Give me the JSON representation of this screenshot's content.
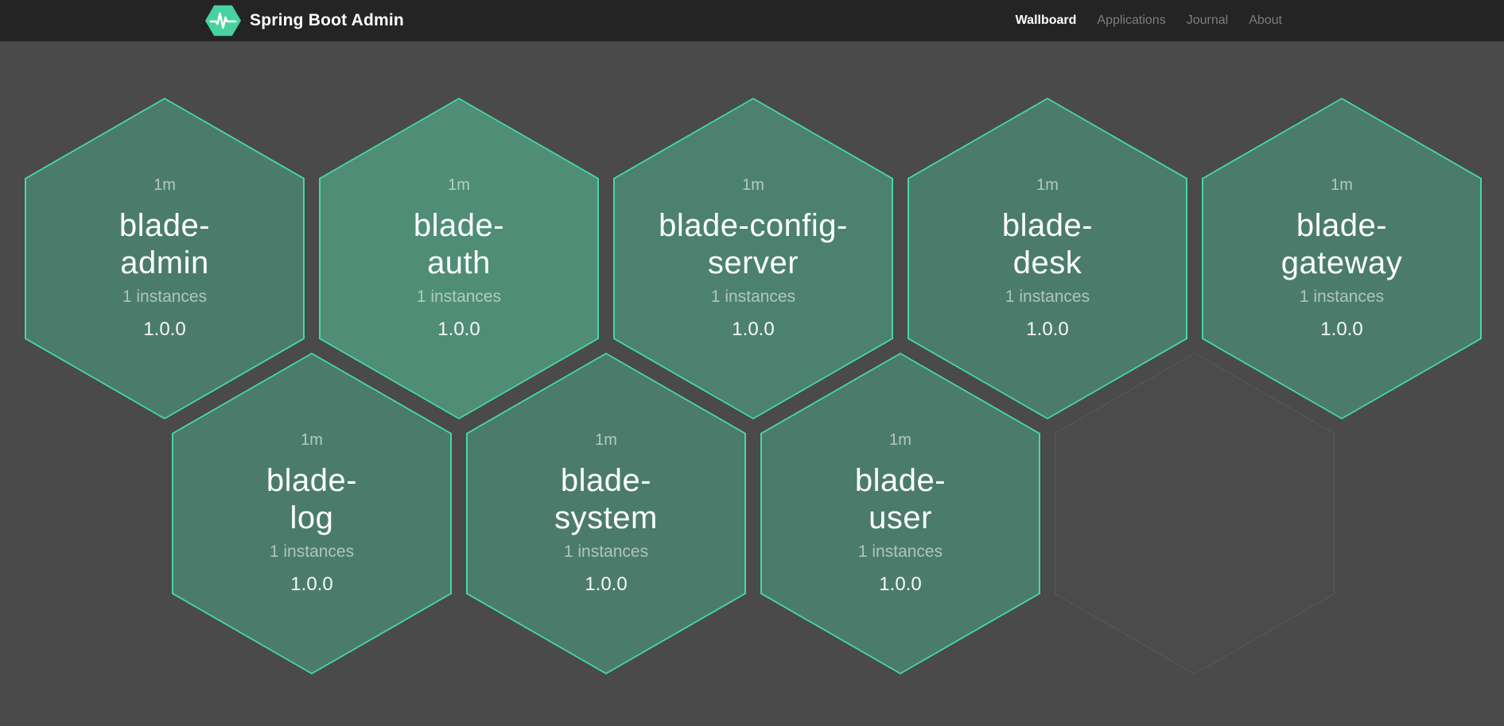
{
  "header": {
    "title": "Spring Boot Admin",
    "logo_icon": "pulse-hexagon",
    "nav": [
      {
        "label": "Wallboard",
        "active": true
      },
      {
        "label": "Applications",
        "active": false
      },
      {
        "label": "Journal",
        "active": false
      },
      {
        "label": "About",
        "active": false
      }
    ]
  },
  "colors": {
    "background": "#4a4a4a",
    "header_background": "#242424",
    "brand_green": "#49d2a1",
    "hexagon_border": "#45d8a3",
    "hexagon_fill_default": "#4b7c6b",
    "empty_hexagon_border": "#5a5a5a",
    "empty_hexagon_fill": "#4b4b4b",
    "nav_active_color": "#ffffff",
    "nav_inactive_color": "#7d7d7d"
  },
  "wallboard": {
    "apps": [
      {
        "name": "blade-admin",
        "display_name": "blade-\nadmin",
        "uptime": "1m",
        "instances": "1 instances",
        "version": "1.0.0",
        "fill": "#4b7c6b"
      },
      {
        "name": "blade-auth",
        "display_name": "blade-\nauth",
        "uptime": "1m",
        "instances": "1 instances",
        "version": "1.0.0",
        "fill": "#4f8d76"
      },
      {
        "name": "blade-config-server",
        "display_name": "blade-config-\nserver",
        "uptime": "1m",
        "instances": "1 instances",
        "version": "1.0.0",
        "fill": "#4c8170"
      },
      {
        "name": "blade-desk",
        "display_name": "blade-\ndesk",
        "uptime": "1m",
        "instances": "1 instances",
        "version": "1.0.0",
        "fill": "#4b7c6b"
      },
      {
        "name": "blade-gateway",
        "display_name": "blade-\ngateway",
        "uptime": "1m",
        "instances": "1 instances",
        "version": "1.0.0",
        "fill": "#4b7c6b"
      },
      {
        "name": "blade-log",
        "display_name": "blade-\nlog",
        "uptime": "1m",
        "instances": "1 instances",
        "version": "1.0.0",
        "fill": "#4b7c6b"
      },
      {
        "name": "blade-system",
        "display_name": "blade-\nsystem",
        "uptime": "1m",
        "instances": "1 instances",
        "version": "1.0.0",
        "fill": "#4b7c6b"
      },
      {
        "name": "blade-user",
        "display_name": "blade-\nuser",
        "uptime": "1m",
        "instances": "1 instances",
        "version": "1.0.0",
        "fill": "#4b7c6b"
      }
    ],
    "empty_slots": 1
  }
}
